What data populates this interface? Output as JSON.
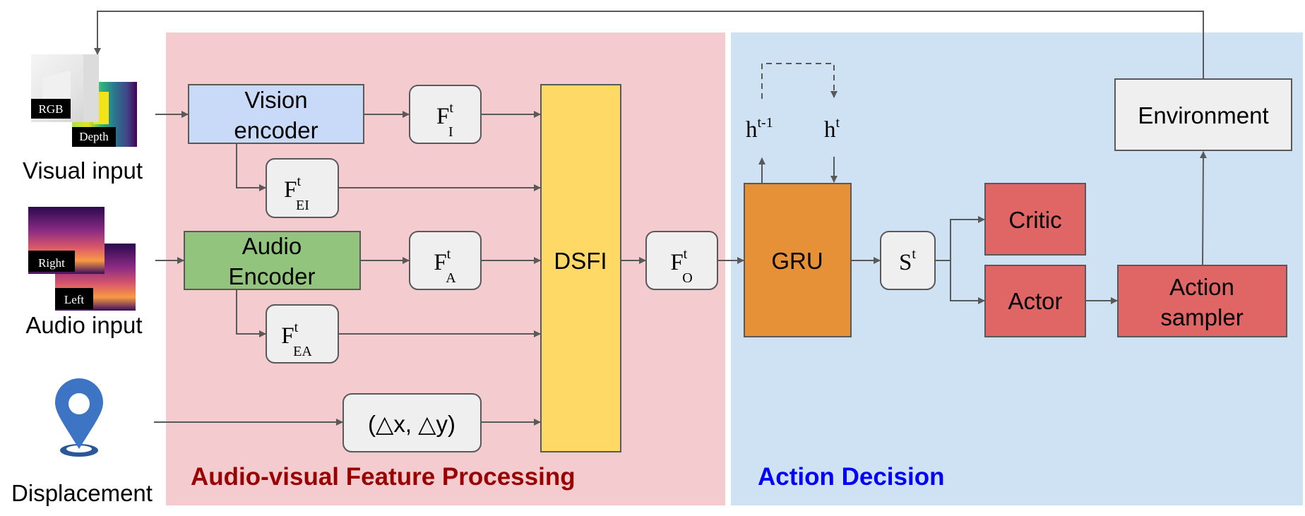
{
  "inputs": {
    "visual": {
      "label": "Visual input",
      "rgb_tag": "RGB",
      "depth_tag": "Depth"
    },
    "audio": {
      "label": "Audio input",
      "right_tag": "Right",
      "left_tag": "Left"
    },
    "displacement": {
      "label": "Displacement",
      "icon": "map-pin-icon"
    }
  },
  "feature_panel": {
    "title": "Audio-visual Feature Processing",
    "color": "#f4cccf",
    "title_color": "#990000",
    "vision_encoder": [
      "Vision",
      "encoder"
    ],
    "audio_encoder": [
      "Audio",
      "Encoder"
    ],
    "f_i": {
      "base": "F",
      "sup": "t",
      "sub": "I"
    },
    "f_ei": {
      "base": "F",
      "sup": "t",
      "sub": "EI"
    },
    "f_a": {
      "base": "F",
      "sup": "t",
      "sub": "A"
    },
    "f_ea": {
      "base": "F",
      "sup": "t",
      "sub": "EA"
    },
    "displacement_box": "(△x, △y)",
    "dsfi": "DSFI",
    "f_o": {
      "base": "F",
      "sup": "t",
      "sub": "O"
    }
  },
  "decision_panel": {
    "title": "Action Decision",
    "color": "#cfe2f3",
    "title_color": "#0000ff",
    "h_prev": {
      "base": "h",
      "sup": "t-1"
    },
    "h_curr": {
      "base": "h",
      "sup": "t"
    },
    "gru": "GRU",
    "state": {
      "base": "S",
      "sup": "t"
    },
    "critic": "Critic",
    "actor": "Actor",
    "action_sampler": [
      "Action",
      "sampler"
    ],
    "environment": "Environment"
  },
  "colors": {
    "vision_encoder": "#c9daf8",
    "audio_encoder": "#93c47d",
    "feature_box": "#efefef",
    "dsfi": "#ffd966",
    "gru": "#e69138",
    "red_box": "#e06666",
    "environment": "#efefef",
    "line": "#595959"
  }
}
